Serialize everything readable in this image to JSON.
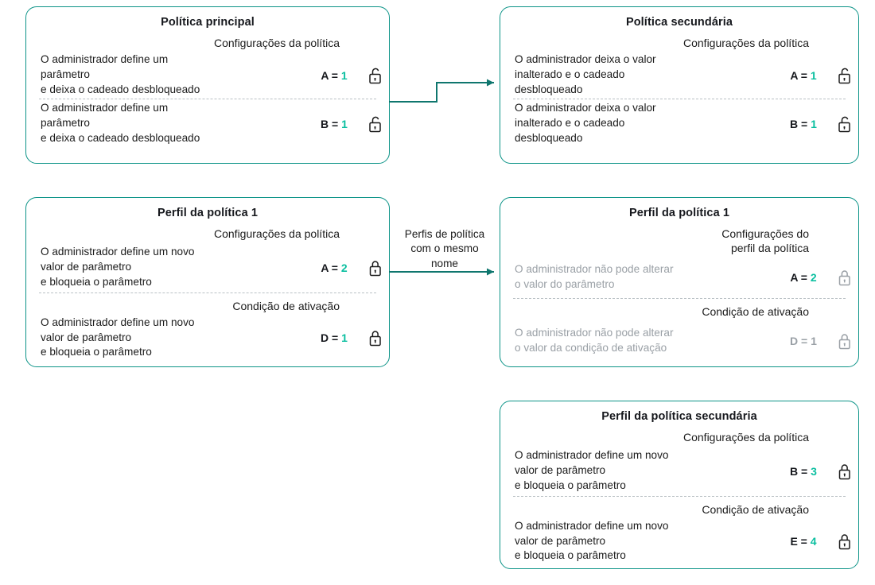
{
  "diagram": {
    "lock_open_icon": "unlocked-padlock",
    "lock_closed_icon": "locked-padlock",
    "accent_color": "#0d9488",
    "value_color": "#0bbfa0",
    "muted_color": "#9aa0a6"
  },
  "arrows": {
    "top_label": "",
    "middle_label": "Perfis de política\ncom o mesmo\nnome",
    "middle_label_line1": "Perfis de política",
    "middle_label_line2": "com o mesmo",
    "middle_label_line3": "nome"
  },
  "cards": [
    {
      "id": "politica-principal",
      "title": "Política principal",
      "sections": [
        {
          "heading": "Configurações da política",
          "heading_lines": [
            "Configurações da política"
          ],
          "rows": [
            {
              "desc": "O administrador define um parâmetro\ne deixa o cadeado desbloqueado",
              "desc_line1": "O administrador define um",
              "desc_line2": "parâmetro",
              "desc_line3": "e deixa o cadeado desbloqueado",
              "key": "A",
              "value": "1",
              "lock": "unlocked",
              "muted": false
            },
            {
              "desc": "O administrador define um parâmetro\ne deixa o cadeado desbloqueado",
              "desc_line1": "O administrador define um",
              "desc_line2": "parâmetro",
              "desc_line3": "e deixa o cadeado desbloqueado",
              "key": "B",
              "value": "1",
              "lock": "unlocked",
              "muted": false
            }
          ]
        }
      ]
    },
    {
      "id": "politica-secundaria",
      "title": "Política secundária",
      "sections": [
        {
          "heading": "Configurações da política",
          "rows": [
            {
              "desc_line1": "O administrador deixa o valor",
              "desc_line2": "inalterado e o cadeado",
              "desc_line3": "desbloqueado",
              "key": "A",
              "value": "1",
              "lock": "unlocked",
              "muted": false
            },
            {
              "desc_line1": "O administrador deixa o valor",
              "desc_line2": "inalterado e o cadeado",
              "desc_line3": "desbloqueado",
              "key": "B",
              "value": "1",
              "lock": "unlocked",
              "muted": false
            }
          ]
        }
      ]
    },
    {
      "id": "perfil-politica-1-left",
      "title": "Perfil da política 1",
      "sections": [
        {
          "heading": "Configurações da política",
          "rows": [
            {
              "desc_line1": "O administrador define um novo",
              "desc_line2": "valor de parâmetro",
              "desc_line3": " e bloqueia o parâmetro",
              "key": "A",
              "value": "2",
              "lock": "locked",
              "muted": false
            }
          ]
        },
        {
          "heading": "Condição de ativação",
          "rows": [
            {
              "desc_line1": "O administrador define um novo",
              "desc_line2": "valor de parâmetro",
              "desc_line3": " e bloqueia o parâmetro",
              "key": "D",
              "value": "1",
              "lock": "locked",
              "muted": false
            }
          ]
        }
      ]
    },
    {
      "id": "perfil-politica-1-right",
      "title": "Perfil da política 1",
      "sections": [
        {
          "heading_line1": "Configurações do",
          "heading_line2": "perfil da política",
          "rows": [
            {
              "desc_line1": "O administrador não pode alterar",
              "desc_line2": "o valor do parâmetro",
              "key": "A",
              "value": "2",
              "lock": "locked",
              "muted": true
            }
          ]
        },
        {
          "heading_line1": "Condição de ativação",
          "rows": [
            {
              "desc_line1": "O administrador não pode alterar",
              "desc_line2": "o valor da condição de ativação",
              "key": "D",
              "value": "1",
              "lock": "locked",
              "muted": true
            }
          ]
        }
      ]
    },
    {
      "id": "perfil-politica-secundaria",
      "title": "Perfil da política secundária",
      "sections": [
        {
          "heading": "Configurações da política",
          "rows": [
            {
              "desc_line1": "O administrador define um novo",
              "desc_line2": "valor de parâmetro",
              "desc_line3": " e bloqueia o parâmetro",
              "key": "B",
              "value": "3",
              "lock": "locked",
              "muted": false
            }
          ]
        },
        {
          "heading": "Condição de ativação",
          "rows": [
            {
              "desc_line1": "O administrador define um novo",
              "desc_line2": "valor de parâmetro",
              "desc_line3": " e bloqueia o parâmetro",
              "key": "E",
              "value": "4",
              "lock": "locked",
              "muted": true
            }
          ]
        }
      ]
    }
  ]
}
